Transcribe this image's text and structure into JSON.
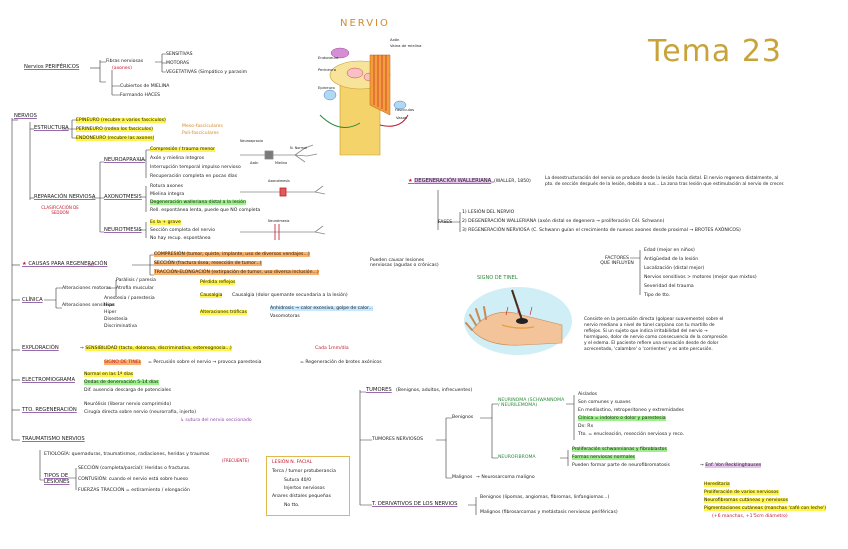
{
  "title": "Tema 23",
  "nervio_title": "NERVIO",
  "nerve_labels": {
    "axon": "Axón",
    "vaina": "Vaina de mielina",
    "endoneuro": "Endoneuro",
    "perineuro": "Perineuro",
    "epineuro": "Epineuro",
    "fasciculos": "Fascículos",
    "vasos": "Vasos"
  },
  "nervios_perifericos": {
    "root": "Nervios PERIFÉRICOS",
    "fibras": "Fibras nerviosas",
    "axones": "(axones)",
    "types": [
      "SENSITIVAS",
      "MOTORAS",
      "VEGETATIVAS (Simpático y parasim"
    ],
    "cubiertos": "Cubiertos de MIELINA",
    "formando": "Formando HACES"
  },
  "nervios": {
    "root": "NERVIOS",
    "estructura": "ESTRUCTURA",
    "est_items": [
      "EPINEURO (recubre a varios fascículos)",
      "PERINEURO (rodea los fascículos)",
      "ENDONEURO (recubre las axones)"
    ],
    "meso": "Meso-fascículares",
    "poli": "Poli-fascículares",
    "reparacion": "REPARACIÓN NERVIOSA",
    "clasificacion": "CLASIFICACIÓN DE SEDDON",
    "neuroapraxia": "NEUROAPRAXIA",
    "neuroapraxia_items": [
      "Compresión / trauma menor",
      "Axón y mielina íntegros",
      "Interrupción temporal impulso nervioso",
      "Recuperación completa en pocas días"
    ],
    "axonotmesis": "AXONOTMESIS",
    "axonotmesis_items": [
      "Rotura axones",
      "Mielina íntegra",
      "Degeneración walleriana distal a la lesión",
      "Rell. espontánea lenta, puede que NO completa"
    ],
    "neurotmesis": "NEUROTMESIS",
    "neurotmesis_items": [
      "Es la + grave",
      "Sección completa del nervio",
      "No hay recup. espontánea"
    ],
    "img_labels": [
      "Neuroapraxia",
      "N. Normal",
      "Axón",
      "Mielina",
      "Axonotmesis",
      "Neurotmesis"
    ],
    "causas": "CAUSAS PARA REGENERACIÓN",
    "causas_items": [
      "COMPRESIÓN (tumor, quiste, implante, uso de diversos vendajes...)",
      "SECCIÓN (fractura ósea, resección de tumor...)",
      "TRACCIÓN-ELONGACIÓN (extirpación de tumor, uso diversa inclusión...)"
    ],
    "pueden_causar": "Pueden causar lesiones nerviosas (agudas o crónicas)",
    "clinica": "CLÍNICA",
    "alt_motoras": "Alteraciones motoras",
    "alt_motoras_items": [
      "Parálisis / paresia",
      "Atrofia muscular"
    ],
    "perdida": "Pérdida reflejos",
    "causalgia": "Causalgia (dolor quemante secundaria a la lesión)",
    "alt_sensitivas": "Alteraciones sensitivas",
    "alt_sensitivas_items": [
      "Anestesia / parestesia",
      "Hipo",
      "Hiper",
      "Disestesia",
      "Discriminativa"
    ],
    "alt_troficas": "Alteraciones tróficas",
    "anhidrosis": "Anhidrosis → calor excesivo, golpe de calor...",
    "vasomotoras": "Vasomotoras",
    "exploracion": "EXPLORACIÓN",
    "sensibilidad": "SENSIBILIDAD (tacto, dolorosa, discriminativa, estereognosia...)",
    "signo_tinel": "SIGNO DE TINEL",
    "tinel_desc": "Percusión sobre el nervio → provoca parestesia",
    "tinel_reg": "Regeneración de brotes axónicos",
    "cada_mm": "Cada 1mm/día",
    "electromiograma": "ELECTROMIOGRAMA",
    "emg_items": [
      "Normal en las 1ª días",
      "Ondas de denervación 5-14 días",
      "Dif. ausencia descarga de potenciales"
    ],
    "tto": "TTO. REGENERACIÓN",
    "tto_items": [
      "Neurólisis (liberar nervio comprimido)",
      "Cirugía directa sobre nervio (neurorrafia, injerto)"
    ],
    "tto_sub": "sutura del nervio seccionado",
    "traumatismo": "TRAUMATISMO NERVIOS",
    "etiologia": "ETIOLOGÍA: quemaduras, traumatismos, radiaciones, heridas y traumas",
    "frecuente": "(FRECUENTE)",
    "tipos": "TIPOS DE LESIONES",
    "tipos_items": [
      "SECCIÓN (completa/parcial): Heridas o fracturas.",
      "CONTUSIÓN: cuando el nervio está sobre hueso",
      "FUERZAS TRACCIÓN = estiramiento / elongación"
    ]
  },
  "lesion_box": {
    "title": "LESIÓN N. FACIAL",
    "items": [
      "Terca / tumor protuberancia",
      "Sutura 40/0",
      "Injertos nerviosos",
      "Anares dístales pequeñas",
      "No tto."
    ]
  },
  "wallerian": {
    "title": "DEGENERACIÓN WALLERIANA",
    "year": "(WALLER, 1850)",
    "desc": "La desestructuración del nervio se produce desde la lesión hacia distal. El nervio regenera distalmente, al pto. de sección después de la lesión, debido a sus... La zona tras lesión que estimulación al nervio de crecer.",
    "fases": "FASES",
    "fases_items": [
      "1) LESIÓN DEL NERVIO",
      "2) DEGENERACIÓN WALLERIANA (axón distal se degenera → proliferación Cél. Schwann)",
      "3) REGENERACIÓN NERVIOSA (C. Schwann guían el crecimiento de nuevos axones desde proximal → BROTES AXÓNICOS)"
    ],
    "factores": "FACTORES QUE INFLUYEN",
    "factores_items": [
      "Edad (mejor en niños)",
      "Antigüedad de la lesión",
      "Localización (distal mejor)",
      "Nervios sensitivos > motores (mejor que mixtos)",
      "Severidad del trauma",
      "Tipo de tto."
    ]
  },
  "tinel_image": {
    "title": "SIGNO DE TINEL",
    "para": "Consiste en la percusión directa (golpear suavemente) sobre el nervio mediano a nivel de túnel carpiano con tu martillo de reflejos. Si un sujeto que indica irritabilidad del nervio → hormigueo, dolor de nervio como consecuencia de la compresión y el edema. El paciente refiere una sensación desde de dolor acrecentado, 'calambre' o 'corrientes' y es ante percusión."
  },
  "tumores": {
    "root": "TUMORES",
    "desc": "(Benignos, adultos, infrecuentes)",
    "nerviosos": "TUMORES NERVIOSOS",
    "benignos": "Benignos",
    "neurinoma": "NEURINOMA (SCHWANNOMA / NEURILEMOMA)",
    "neurinoma_items": [
      "Aislados",
      "Son comunes y suaves",
      "En mediastino, retroperitoneo y extremidades",
      "Clínica = indoloro o dolor y parestesia",
      "Dx: Rx",
      "Tto. = enucleación, resección nerviosa y reco."
    ],
    "neurofibroma": "NEUROFIBROMA",
    "neurofibroma_items": [
      "Proliferación schwannianas y fibroblastos",
      "Formas nerviosas normales",
      "Pueden formar parte de neurofibromatosis"
    ],
    "recklinghausen": "Enf. Von Recklinghausen",
    "recklinghausen_items": [
      "Hereditaria",
      "Proliferación de varios nerviosos",
      "Neurofibromas cutáneas y nerviosos",
      "Pigmentaciones cutáneas (manchas 'café con leche')",
      "(+6 manchas, +1'5cm diámetro)"
    ],
    "malignos": "Malignos",
    "neurosarcoma": "Neurosarcoma maligno",
    "no_derivados": "T. DERIVATIVOS DE LOS NERVIOS",
    "no_derivados_items": [
      "Benignos (lipomas, angiomas, fibromas, linfangiomas...)",
      "Malignos (fibrosarcomas y metástasis nerviosas periféricas)"
    ]
  }
}
